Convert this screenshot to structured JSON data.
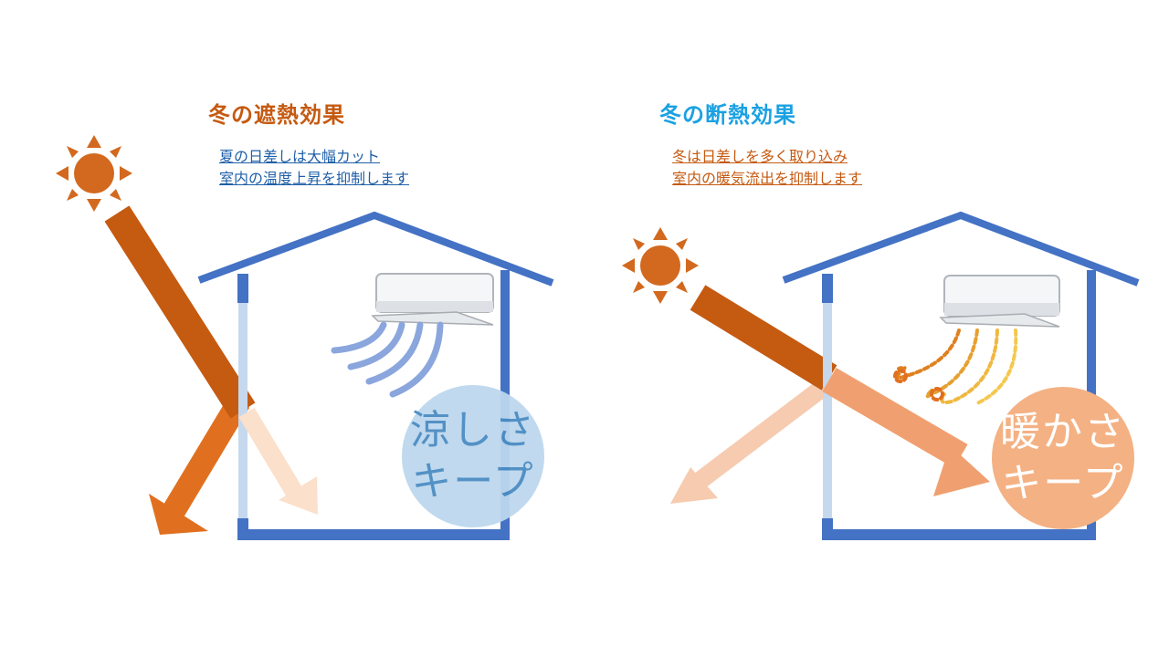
{
  "colors": {
    "house": "#4472c4",
    "sun": "#d2691e",
    "ray": "#c55a11",
    "left_heading": "#c55a11",
    "left_desc": "#1f5fa8",
    "right_heading": "#1ba1e2",
    "right_desc": "#c55a11",
    "cool_badge": "#bdd7ee",
    "warm_badge": "#f4b183",
    "cool_text": "#4a8cc2",
    "warm_text": "#ffffff"
  },
  "left": {
    "heading": "冬の遮熱効果",
    "desc": [
      "夏の日差しは大幅カット",
      "室内の温度上昇を抑制します"
    ],
    "badge": [
      "涼しさ",
      "キープ"
    ]
  },
  "right": {
    "heading": "冬の断熱効果",
    "desc": [
      "冬は日差しを多く取り込み",
      "室内の暖気流出を抑制します"
    ],
    "badge": [
      "暖かさ",
      "キープ"
    ]
  }
}
